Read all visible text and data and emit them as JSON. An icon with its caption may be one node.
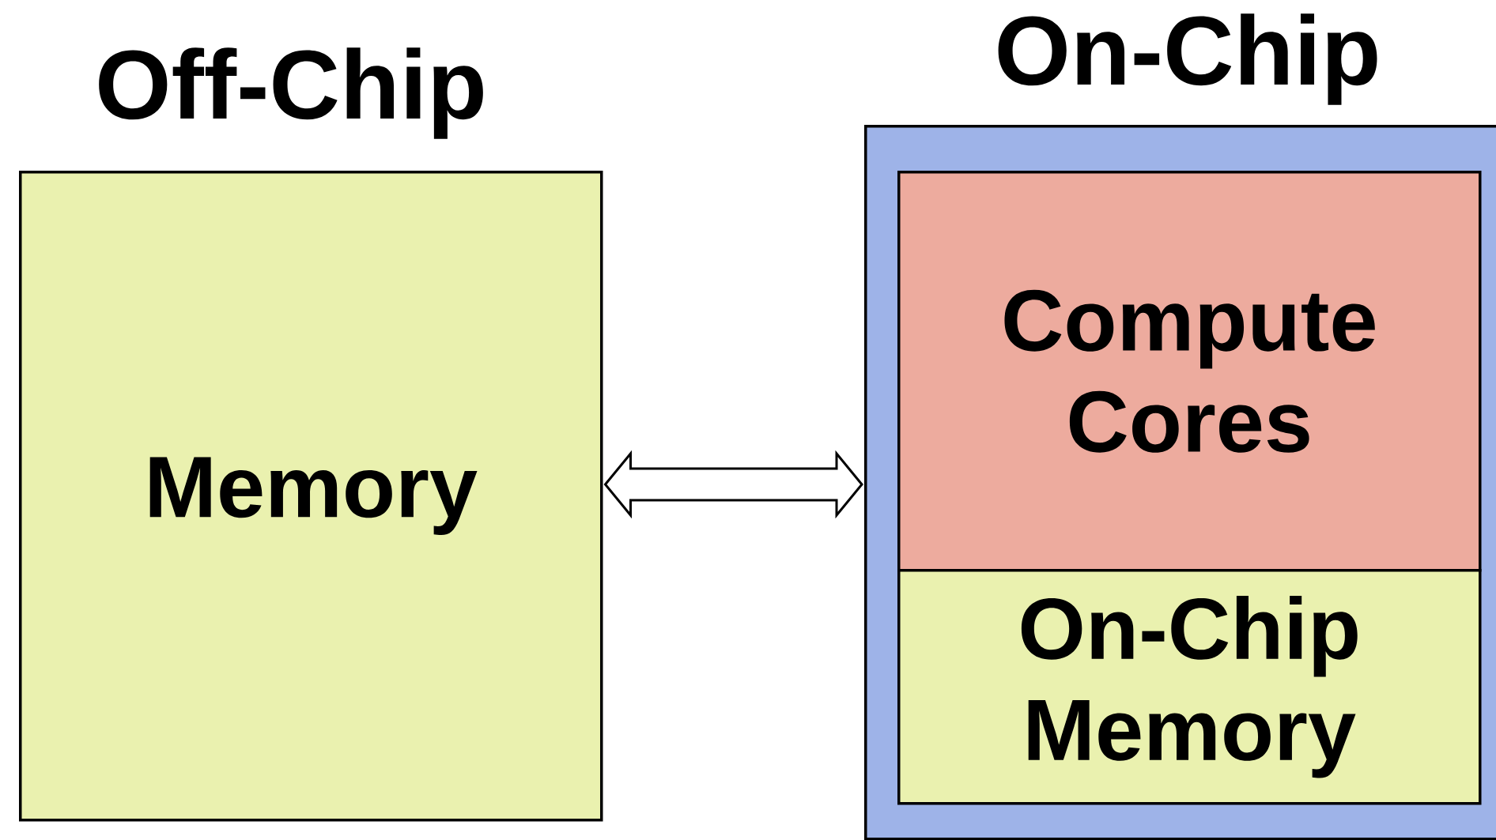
{
  "diagram": {
    "nodes": [
      {
        "text": [
          "Off-Chip",
          "Memory"
        ]
      },
      {
        "text": [
          "On-Chip"
        ]
      },
      {
        "text": [
          "Compute Cores"
        ],
        "in": 1
      },
      {
        "text": [
          "On-Chip Memory"
        ],
        "in": 1
      }
    ],
    "edges": [
      {
        "from": 0,
        "to": 1,
        "arrow": "both"
      }
    ]
  }
}
